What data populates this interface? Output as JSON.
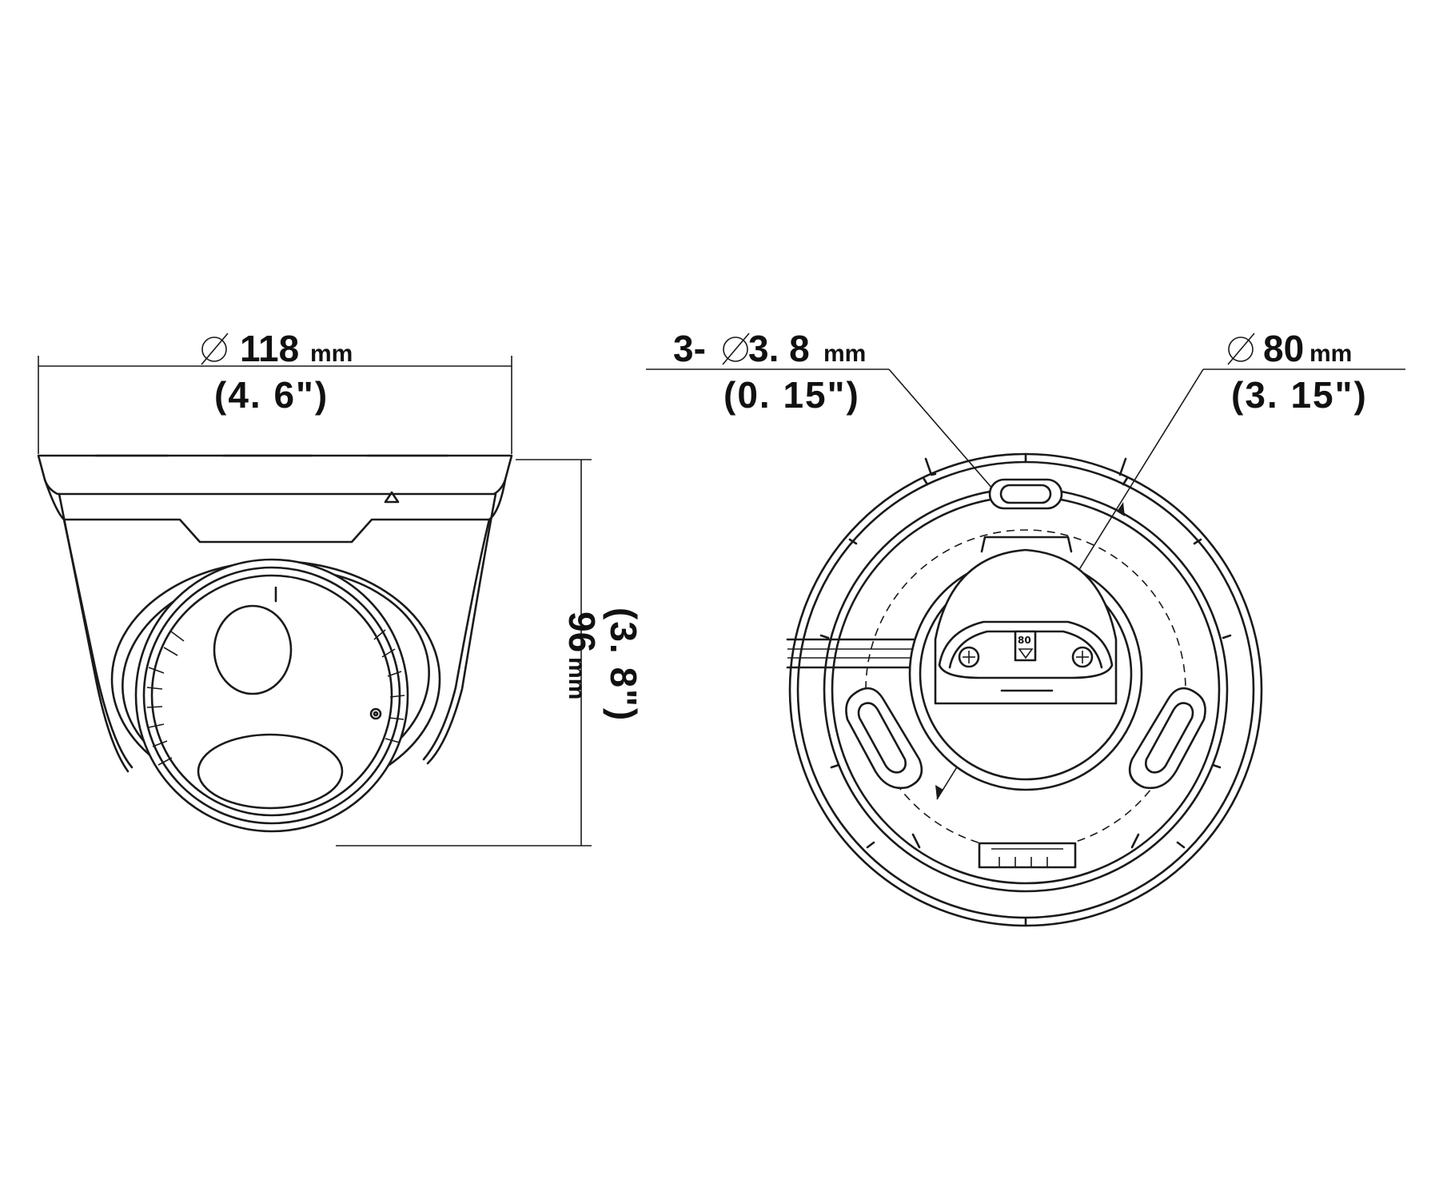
{
  "side_view": {
    "width": {
      "main": "118",
      "unit": "mm",
      "inch": "(4. 6\")"
    },
    "height": {
      "main": "96",
      "unit": "mm",
      "inch": "(3. 8\")"
    }
  },
  "bottom_view": {
    "hole": {
      "main": "3-",
      "value": " 3. 8",
      "unit": "mm",
      "inch": "(0. 15\")"
    },
    "pitch": {
      "main": "80",
      "unit": "mm",
      "inch": "(3. 15\")"
    },
    "label_marking": "80"
  },
  "colors": {
    "line": "#1a1a1a",
    "background": "#ffffff"
  }
}
